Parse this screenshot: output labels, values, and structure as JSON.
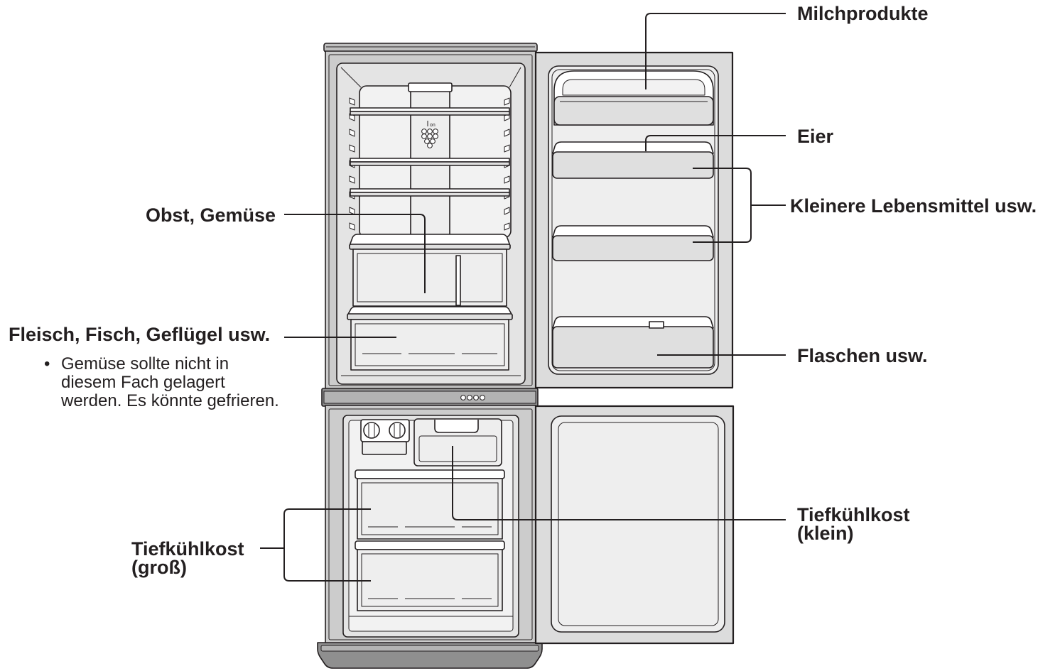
{
  "labels": {
    "dairy": "Milchprodukte",
    "eggs": "Eier",
    "small_food": "Kleinere Lebensmittel usw.",
    "bottles": "Flaschen usw.",
    "frozen_small": {
      "line1": "Tiefkühlkost",
      "line2": "(klein)"
    },
    "fruit_veg": "Obst, Gemüse",
    "meat": "Fleisch, Fisch, Geflügel usw.",
    "frozen_large": {
      "line1": "Tiefkühlkost",
      "line2": "(groß)"
    }
  },
  "note": {
    "bullet": "•",
    "lines": [
      "Gemüse sollte nicht in",
      "diesem Fach gelagert",
      "werden. Es könnte gefrieren."
    ]
  },
  "icon_text": "on",
  "icons": {
    "shelf_symbol": "grape-icon",
    "control_panel": "indicator-light"
  },
  "colors": {
    "line": "#231f20",
    "frame": "#cccccc",
    "cap": "#bfbfbf",
    "band": "#8f8f8f",
    "band_inner": "#b3b3b3",
    "interior": "#e4e4e4",
    "back_wall": "#f2f2f2",
    "door": "#dcdcdc",
    "liner": "#eeeeee",
    "bin_front": "#dfdfdf",
    "white": "#ffffff"
  }
}
